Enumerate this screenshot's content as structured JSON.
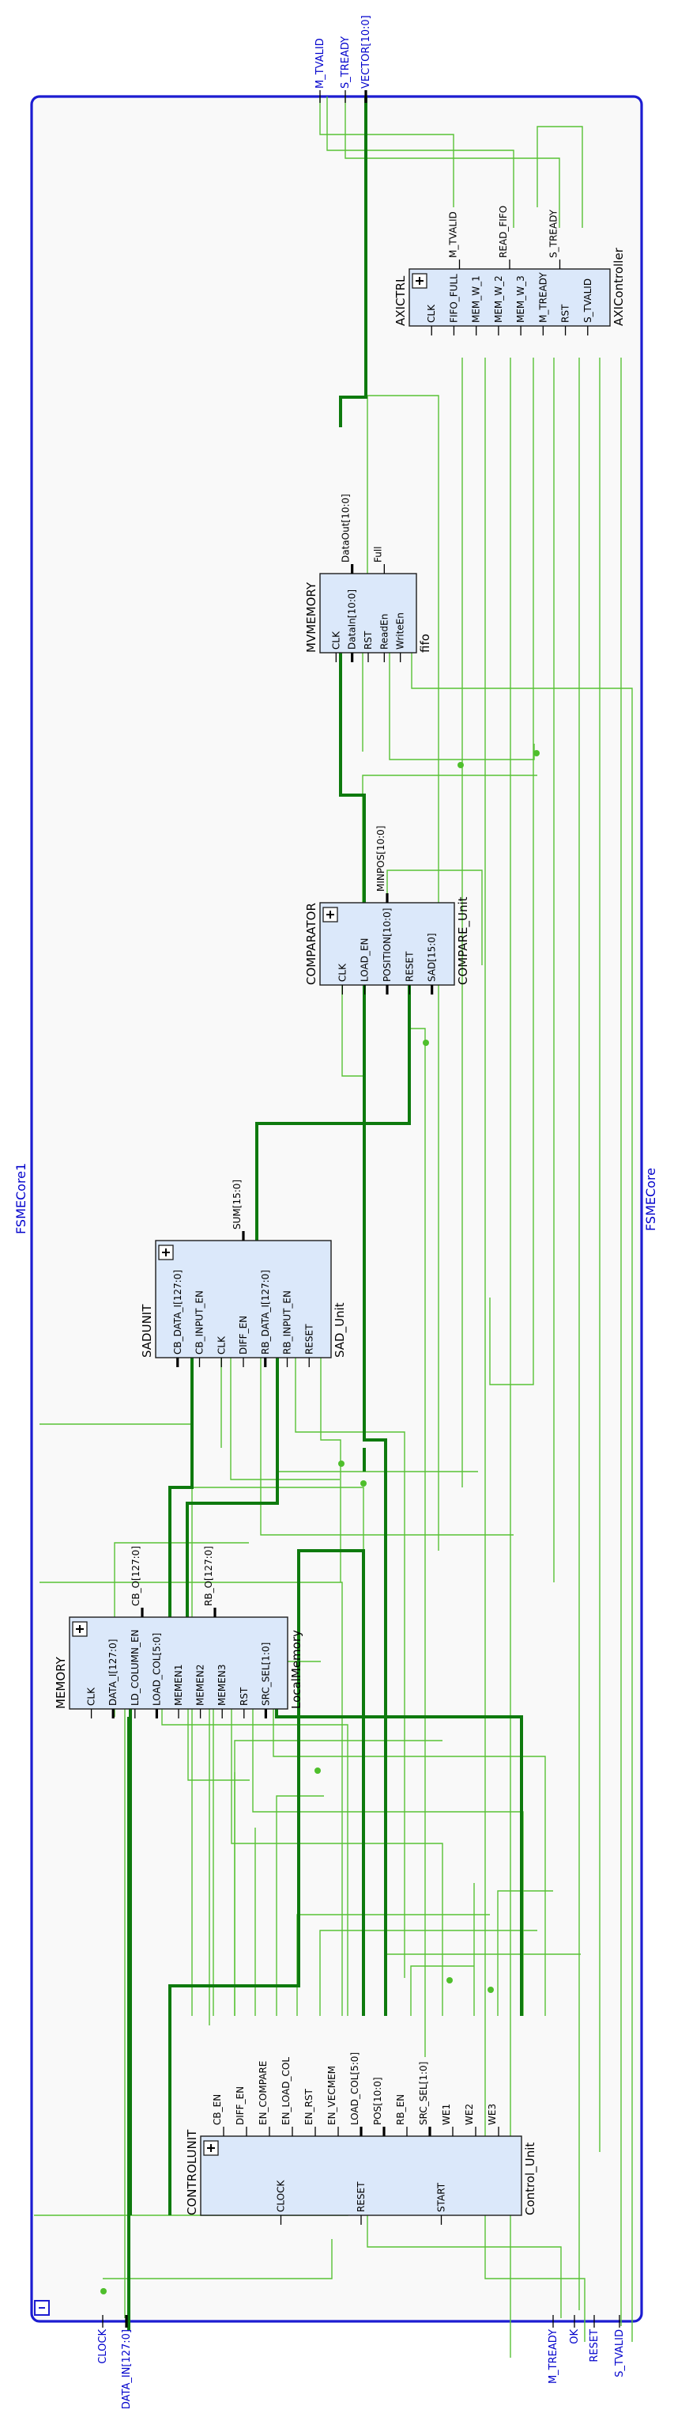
{
  "design": {
    "instance_name": "FSMECore1",
    "module_name": "FSMECore",
    "collapse_icon": "minus-box-icon"
  },
  "top_ports": [
    "M_TVALID",
    "S_TREADY",
    "VECTOR[10:0]"
  ],
  "bottom_left_ports": [
    "CLOCK",
    "DATA_IN[127:0]"
  ],
  "bottom_right_ports": [
    "M_TREADY",
    "OK",
    "RESET",
    "S_TVALID"
  ],
  "blocks": {
    "axictrl": {
      "instance": "AXICTRL",
      "module": "AXIController",
      "icon": "plus-box-icon",
      "left_ports": [
        "CLK",
        "FIFO_FULL",
        "MEM_W_1",
        "MEM_W_2",
        "MEM_W_3",
        "M_TREADY",
        "RST",
        "S_TVALID"
      ],
      "right_ports": [
        "M_TVALID",
        "READ_FIFO",
        "S_TREADY"
      ]
    },
    "mvmemory": {
      "instance": "MVMEMORY",
      "module": "fifo",
      "left_ports": [
        "CLK",
        "DataIn[10:0]",
        "RST",
        "ReadEn",
        "WriteEn"
      ],
      "right_ports": [
        "DataOut[10:0]",
        "Full"
      ]
    },
    "comparator": {
      "instance": "COMPARATOR",
      "module": "COMPARE_Unit",
      "icon": "plus-box-icon",
      "left_ports": [
        "CLK",
        "LOAD_EN",
        "POSITION[10:0]",
        "RESET",
        "SAD[15:0]"
      ],
      "right_ports": [
        "MINPOS[10:0]"
      ]
    },
    "sadunit": {
      "instance": "SADUNIT",
      "module": "SAD_Unit",
      "icon": "plus-box-icon",
      "left_ports": [
        "CB_DATA_I[127:0]",
        "CB_INPUT_EN",
        "CLK",
        "DIFF_EN",
        "RB_DATA_I[127:0]",
        "RB_INPUT_EN",
        "RESET"
      ],
      "right_ports": [
        "SUM[15:0]"
      ]
    },
    "memory": {
      "instance": "MEMORY",
      "module": "LocalMemory",
      "icon": "plus-box-icon",
      "left_ports": [
        "CLK",
        "DATA_I[127:0]",
        "LD_COLUMN_EN",
        "LOAD_COL[5:0]",
        "MEMEN1",
        "MEMEN2",
        "MEMEN3",
        "RST",
        "SRC_SEL[1:0]"
      ],
      "right_ports": [
        "CB_O[127:0]",
        "RB_O[127:0]"
      ]
    },
    "controlunit": {
      "instance": "CONTROLUNIT",
      "module": "Control_Unit",
      "icon": "plus-box-icon",
      "left_ports": [
        "CLOCK",
        "RESET",
        "START"
      ],
      "right_ports": [
        "CB_EN",
        "DIFF_EN",
        "EN_COMPARE",
        "EN_LOAD_COL",
        "EN_RST",
        "EN_VECMEM",
        "LOAD_COL[5:0]",
        "POS[10:0]",
        "RB_EN",
        "SRC_SEL[1:0]",
        "WE1",
        "WE2",
        "WE3"
      ]
    }
  },
  "colors": {
    "frame": "#1c1cd1",
    "block_fill": "#dbe8fa",
    "wire": "#59c236",
    "bus": "#0e7a0e",
    "text": "#000000",
    "port_text": "#0000cc"
  }
}
